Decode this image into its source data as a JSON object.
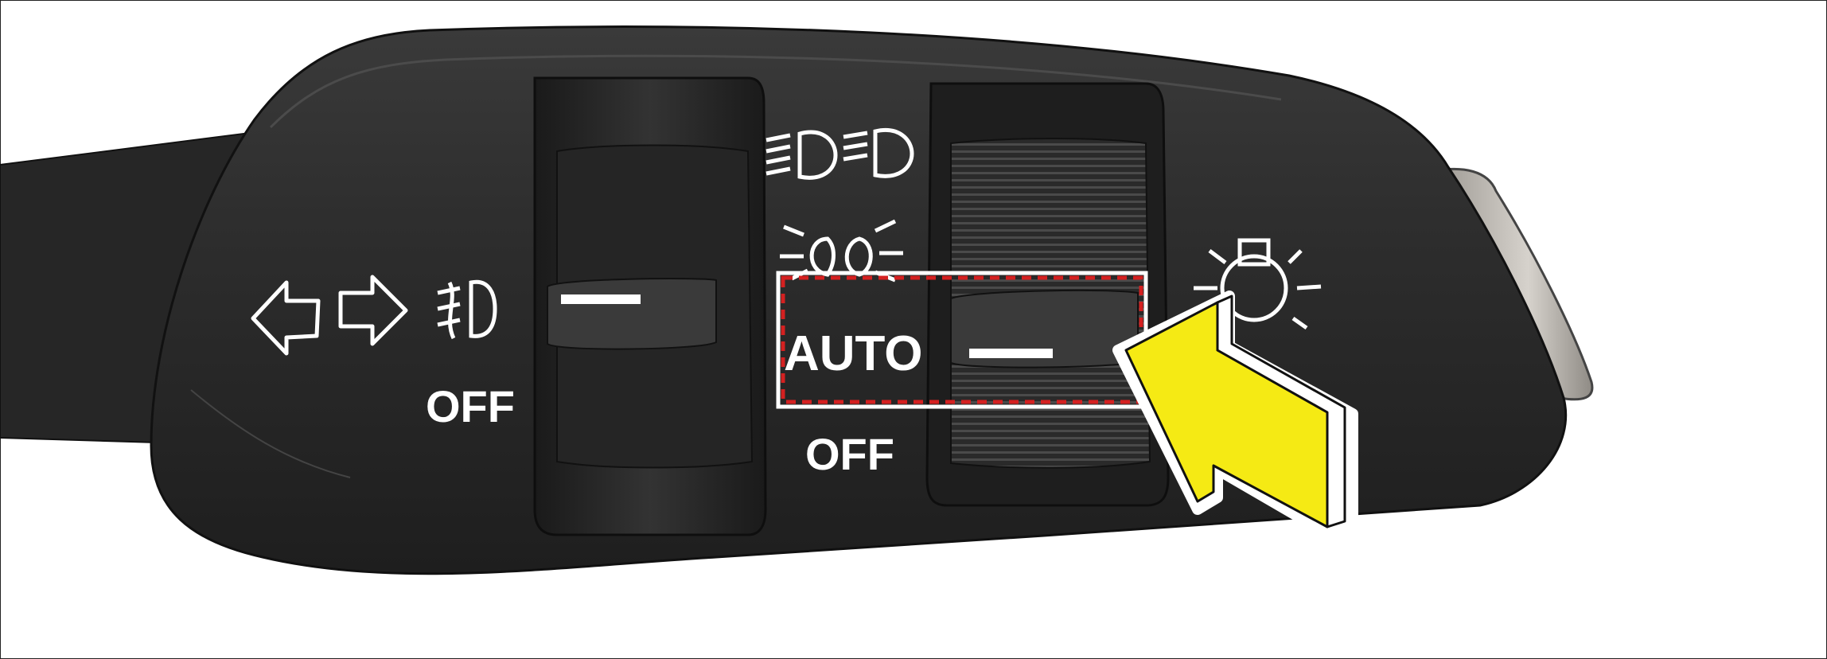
{
  "figure": {
    "fog_light_off_label": "OFF",
    "auto_label": "AUTO",
    "headlight_off_label": "OFF",
    "icons": [
      "turn-signal-left-icon",
      "turn-signal-right-icon",
      "front-fog-light-icon",
      "high-beam-icon",
      "low-beam-icon",
      "parking-light-icon",
      "light-sensor-icon",
      "pointer-arrow-icon"
    ],
    "colors": {
      "stalk_body": "#2b2b2b",
      "highlight_box": "#d42020",
      "pointer_arrow": "#f5ea14",
      "symbols": "#ffffff"
    }
  }
}
